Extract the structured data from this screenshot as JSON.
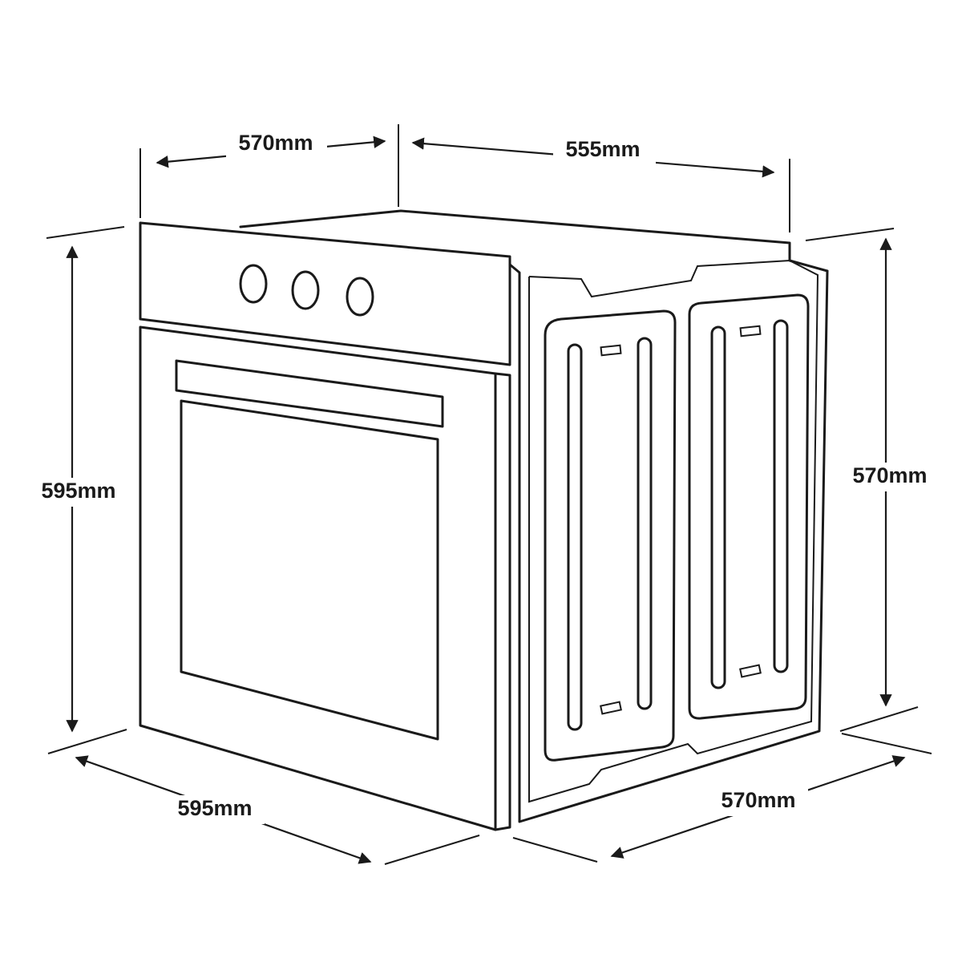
{
  "dimensions": {
    "top_width": "570mm",
    "top_depth": "555mm",
    "front_height": "595mm",
    "side_height": "570mm",
    "bottom_width": "595mm",
    "bottom_depth": "570mm"
  },
  "colors": {
    "line": "#1a1a1a",
    "background": "#ffffff"
  }
}
